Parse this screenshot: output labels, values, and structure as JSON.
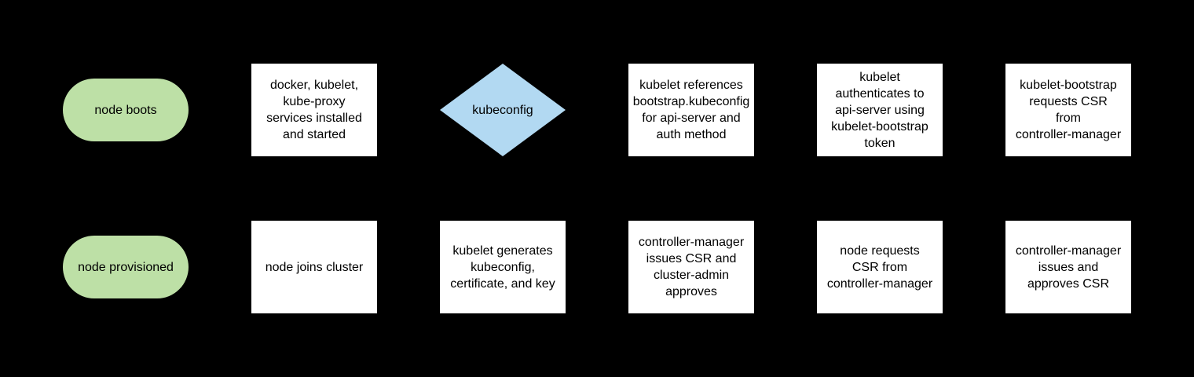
{
  "colors": {
    "background": "#000000",
    "terminal_fill": "#bde0a6",
    "decision_fill": "#b2d9f2",
    "process_fill": "#ffffff",
    "text": "#000000"
  },
  "rows": [
    {
      "name": "node-boot-flow",
      "nodes": [
        {
          "shape": "terminal",
          "label": "node boots"
        },
        {
          "shape": "process",
          "label": "docker, kubelet,\nkube-proxy\nservices installed\nand started"
        },
        {
          "shape": "decision",
          "label": "kubeconfig"
        },
        {
          "shape": "process",
          "label": "kubelet references\nbootstrap.kubeconfig\nfor api-server and\nauth method"
        },
        {
          "shape": "process",
          "label": "kubelet\nauthenticates to\napi-server using\nkubelet-bootstrap\ntoken"
        },
        {
          "shape": "process",
          "label": "kubelet-bootstrap\nrequests CSR\nfrom\ncontroller-manager"
        }
      ]
    },
    {
      "name": "node-provision-flow",
      "nodes": [
        {
          "shape": "terminal",
          "label": "node provisioned"
        },
        {
          "shape": "process",
          "label": "node joins cluster"
        },
        {
          "shape": "process",
          "label": "kubelet generates\nkubeconfig,\ncertificate, and key"
        },
        {
          "shape": "process",
          "label": "controller-manager\nissues CSR and\ncluster-admin\napproves"
        },
        {
          "shape": "process",
          "label": "node requests\nCSR from\ncontroller-manager"
        },
        {
          "shape": "process",
          "label": "controller-manager\nissues and\napproves CSR"
        }
      ]
    }
  ]
}
